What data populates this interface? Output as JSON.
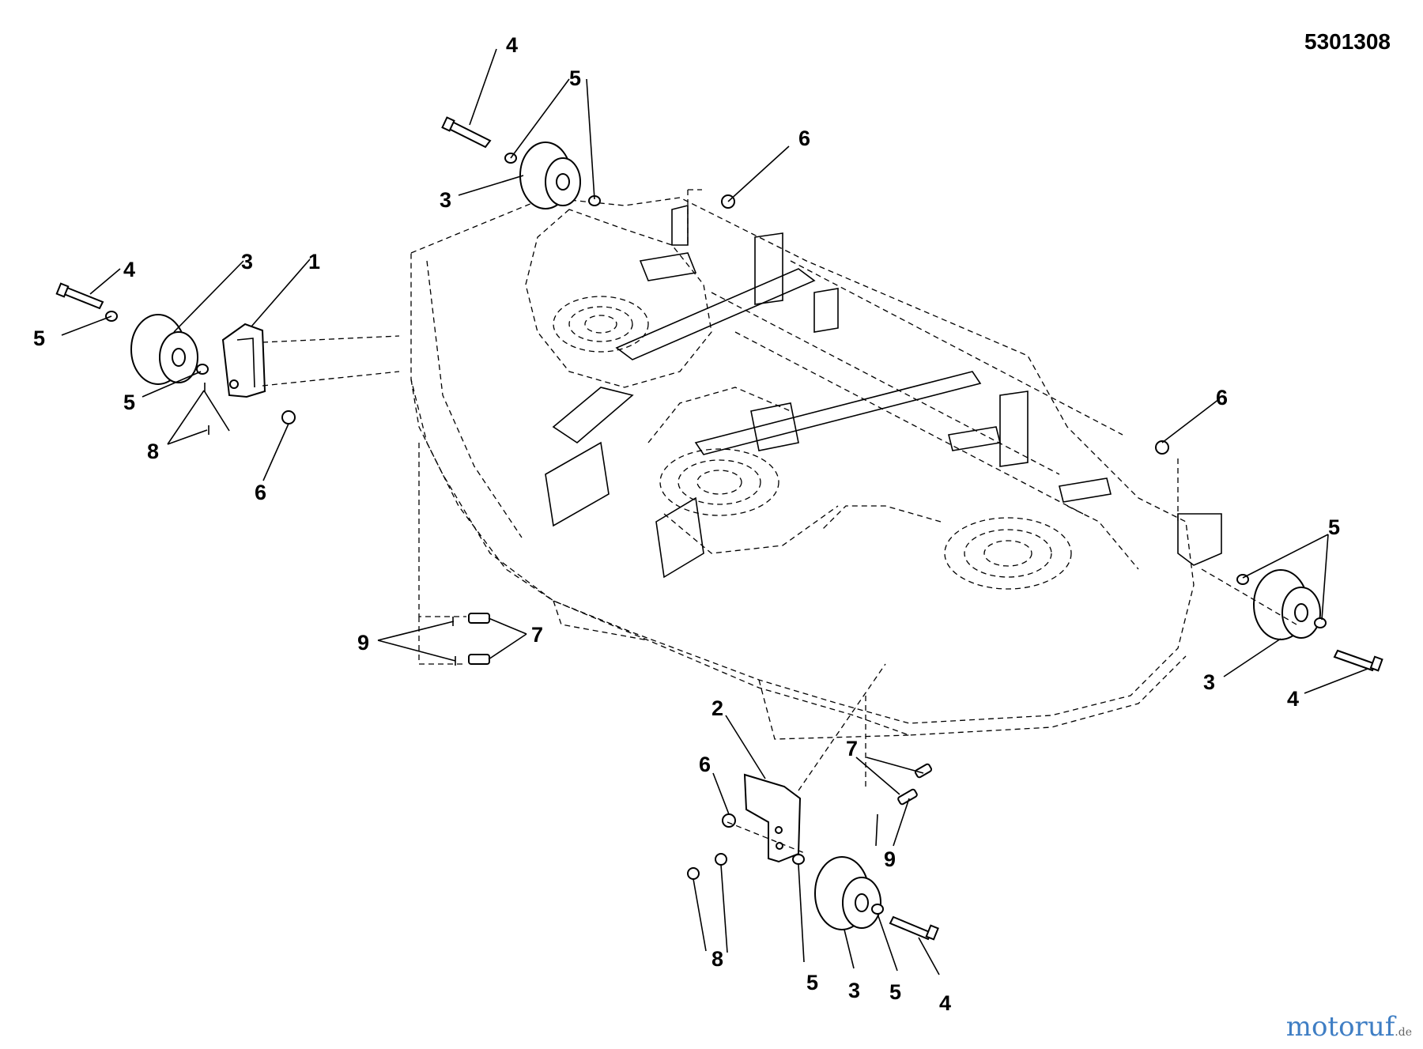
{
  "reference_number": "5301308",
  "callouts": {
    "c1": "1",
    "c2": "2",
    "c3": "3",
    "c4": "4",
    "c5": "5",
    "c6": "6",
    "c7": "7",
    "c8": "8",
    "c9": "9"
  },
  "watermark": {
    "brand": "motoruf",
    "suffix": ".de"
  }
}
